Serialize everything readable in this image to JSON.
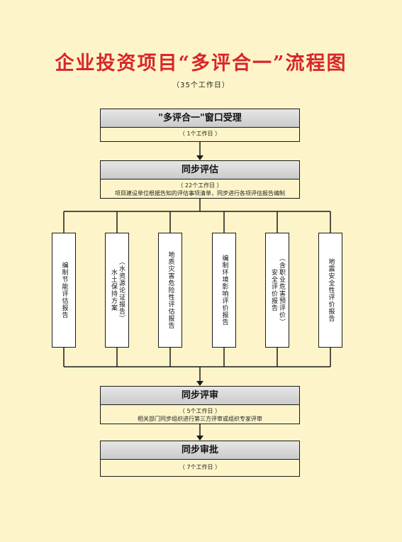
{
  "title": "企业投资项目“多评合一”流程图",
  "subtitle": "（35个工作日）",
  "stages": [
    {
      "title": "\"多评合一\"窗口受理",
      "days": "（ 1个工作日 ）",
      "desc": ""
    },
    {
      "title": "同步评估",
      "days": "（ 22个工作日 ）",
      "desc": "项目建设单位根据告知的评估事项清单，同步进行各项评估报告编制"
    },
    {
      "title": "同步评审",
      "days": "（ 5个工作日 ）",
      "desc": "相关部门同步组织进行第三方评审或组织专家评审"
    },
    {
      "title": "同步审批",
      "days": "（ 7个工作日 ）",
      "desc": ""
    }
  ],
  "reports": [
    {
      "lines": [
        "编制节能评估报告"
      ]
    },
    {
      "lines": [
        "水土保持方案",
        "（水资源论证报告）"
      ]
    },
    {
      "lines": [
        "地质灾害危险性评估报告"
      ]
    },
    {
      "lines": [
        "编制环境影响评价报告"
      ]
    },
    {
      "lines": [
        "安全评价报告",
        "（含职业危害预评价）"
      ]
    },
    {
      "lines": [
        "地震安全性评价报告"
      ]
    }
  ]
}
